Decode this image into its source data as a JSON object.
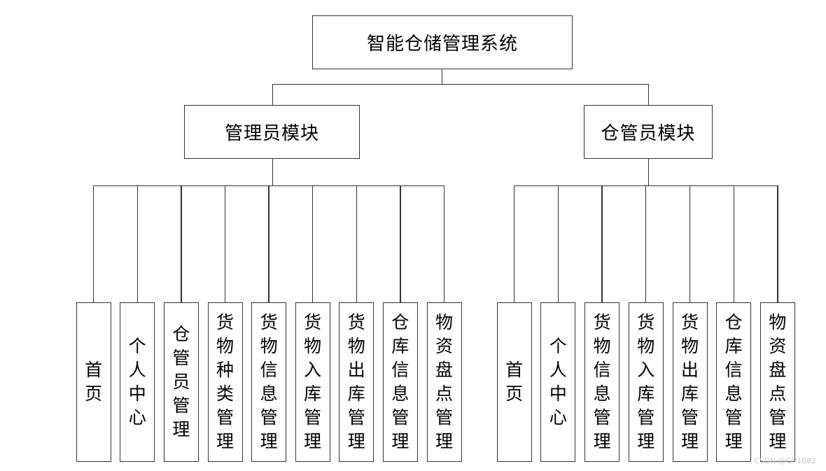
{
  "root": {
    "label": "智能仓储管理系统"
  },
  "modules": [
    {
      "label": "管理员模块",
      "children": [
        "首页",
        "个人中心",
        "仓管员管理",
        "货物种类管理",
        "货物信息管理",
        "货物入库管理",
        "货物出库管理",
        "仓库信息管理",
        "物资盘点管理"
      ]
    },
    {
      "label": "仓管员模块",
      "children": [
        "首页",
        "个人中心",
        "货物信息管理",
        "货物入库管理",
        "货物出库管理",
        "仓库信息管理",
        "物资盘点管理"
      ]
    }
  ],
  "watermark": "CSDN @GP1082"
}
